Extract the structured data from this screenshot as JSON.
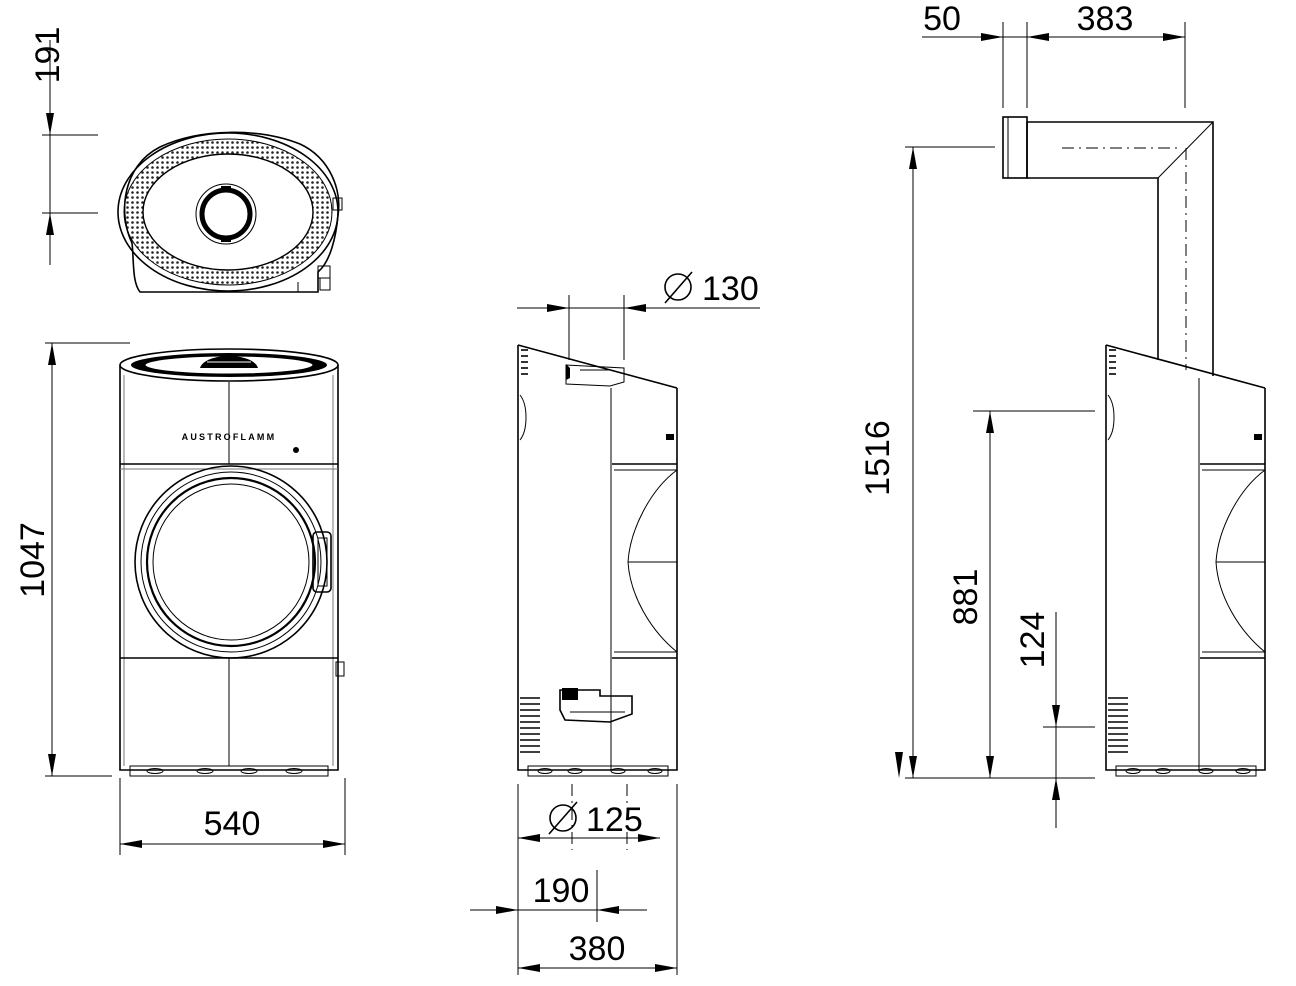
{
  "brand": "AUSTROFLAMM",
  "dimensions": {
    "top_view_depth": "191",
    "front_height": "1047",
    "front_width": "540",
    "flue_diameter_top": "130",
    "flue_diameter_bottom": "125",
    "side_depth_half": "190",
    "side_depth": "380",
    "flue_offset": "50",
    "flue_horizontal": "383",
    "flue_total_height": "1516",
    "air_inlet_height": "881",
    "lower_height": "124"
  },
  "colors": {
    "line": "#000000",
    "background": "#ffffff"
  }
}
